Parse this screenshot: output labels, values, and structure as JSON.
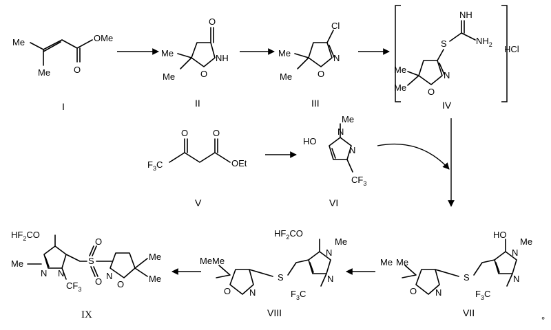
{
  "labels": {
    "c1": "I",
    "c2": "II",
    "c3": "III",
    "c4": "IV",
    "c5": "V",
    "c6": "VI",
    "c7": "VII",
    "c8": "VIII",
    "c9": "IX"
  },
  "atoms": {
    "me": "Me",
    "ome": "OMe",
    "oet": "OEt",
    "o": "O",
    "n": "N",
    "nh": "NH",
    "h": "H",
    "cl": "Cl",
    "s": "S",
    "ho": "HO",
    "cf": "CF",
    "f": "F",
    "n_me": "N-Me",
    "me_n": "Me-N",
    "hf": "HF",
    "co": "CO",
    "three": "3",
    "two": "2",
    "nh2_n": "NH",
    "hcl": "HCl"
  },
  "footnote": "°"
}
